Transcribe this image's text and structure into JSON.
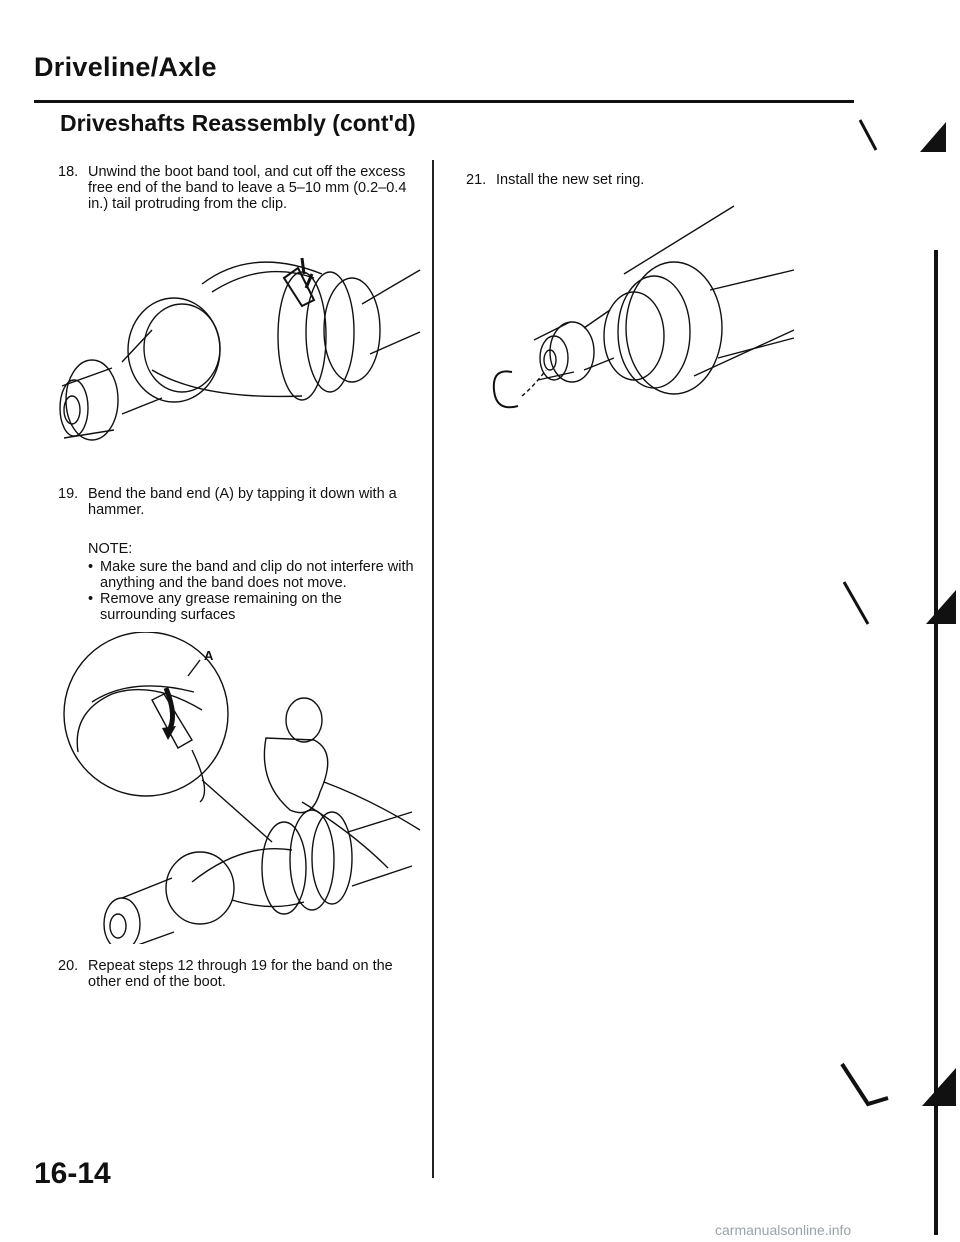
{
  "header": {
    "section": "Driveline/Axle",
    "title": "Driveshafts Reassembly (cont'd)"
  },
  "steps": [
    {
      "num": "18.",
      "text": "Unwind the boot band tool, and cut off the excess free end of the band to leave a 5–10 mm (0.2–0.4 in.) tail protruding from the clip."
    },
    {
      "num": "19.",
      "text": "Bend the band end (A) by tapping it down with a hammer."
    },
    {
      "num": "20.",
      "text": "Repeat steps 12 through 19 for the band on the other end of the boot."
    },
    {
      "num": "21.",
      "text": "Install the new set ring."
    }
  ],
  "note": {
    "label": "NOTE:",
    "items": [
      "Make sure the band and clip do not interfere with anything and the band does not move.",
      "Remove any grease remaining on the surrounding surfaces"
    ]
  },
  "callout_a": "A",
  "page_number": "16-14",
  "watermark": "carmanualsonline.info"
}
